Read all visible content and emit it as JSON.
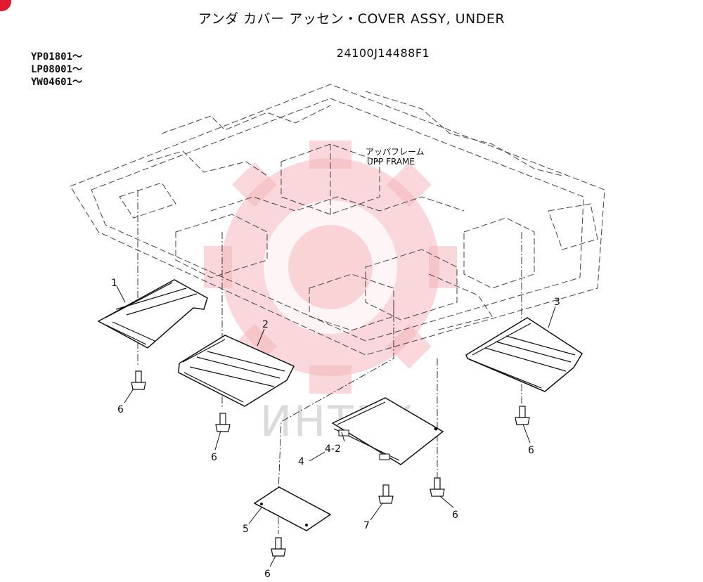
{
  "header": {
    "title": "アンダ カバー アッセン・COVER ASSY, UNDER",
    "part_number": "24100J14488F1",
    "serial_ranges": [
      "YP01801〜",
      "LP08001〜",
      "YW04601〜"
    ]
  },
  "frame_label": {
    "jp": "アッパフレーム",
    "en": "UPP FRAME"
  },
  "callouts": {
    "c1": "1",
    "c2": "2",
    "c3": "3",
    "c4": "4",
    "c4_2": "4-2",
    "c5": "5",
    "c6a": "6",
    "c6b": "6",
    "c6c": "6",
    "c6d": "6",
    "c6e": "6",
    "c7": "7"
  },
  "watermark": {
    "text": "ИНТЕХ",
    "color": "#e01b2e"
  }
}
